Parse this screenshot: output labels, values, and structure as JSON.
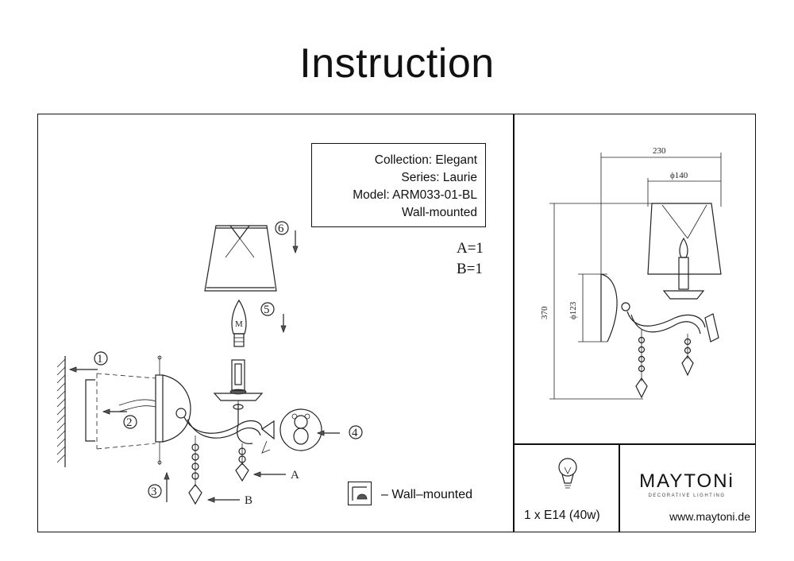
{
  "title": "Instruction",
  "info": {
    "collection": "Collection: Elegant",
    "series": "Series:  Laurie",
    "model": "Model: ARM033-01-BL",
    "mounting": "Wall-mounted"
  },
  "quantities": {
    "a": "A=1",
    "b": "B=1"
  },
  "steps": [
    "1",
    "2",
    "3",
    "4",
    "5",
    "6"
  ],
  "part_labels": {
    "a": "A",
    "b": "B"
  },
  "legend": {
    "label": "– Wall–mounted",
    "icon": "wall-mount-icon"
  },
  "dimensions": {
    "width": "230",
    "shade_diameter": "ϕ140",
    "height": "370",
    "base_diameter": "ϕ123"
  },
  "bulb": {
    "spec": "1 x E14 (40w)",
    "icon": "light-bulb-icon"
  },
  "brand": {
    "name": "MAYTONi",
    "tagline": "DECORATIVE LIGHTING",
    "website": "www.maytoni.de"
  }
}
